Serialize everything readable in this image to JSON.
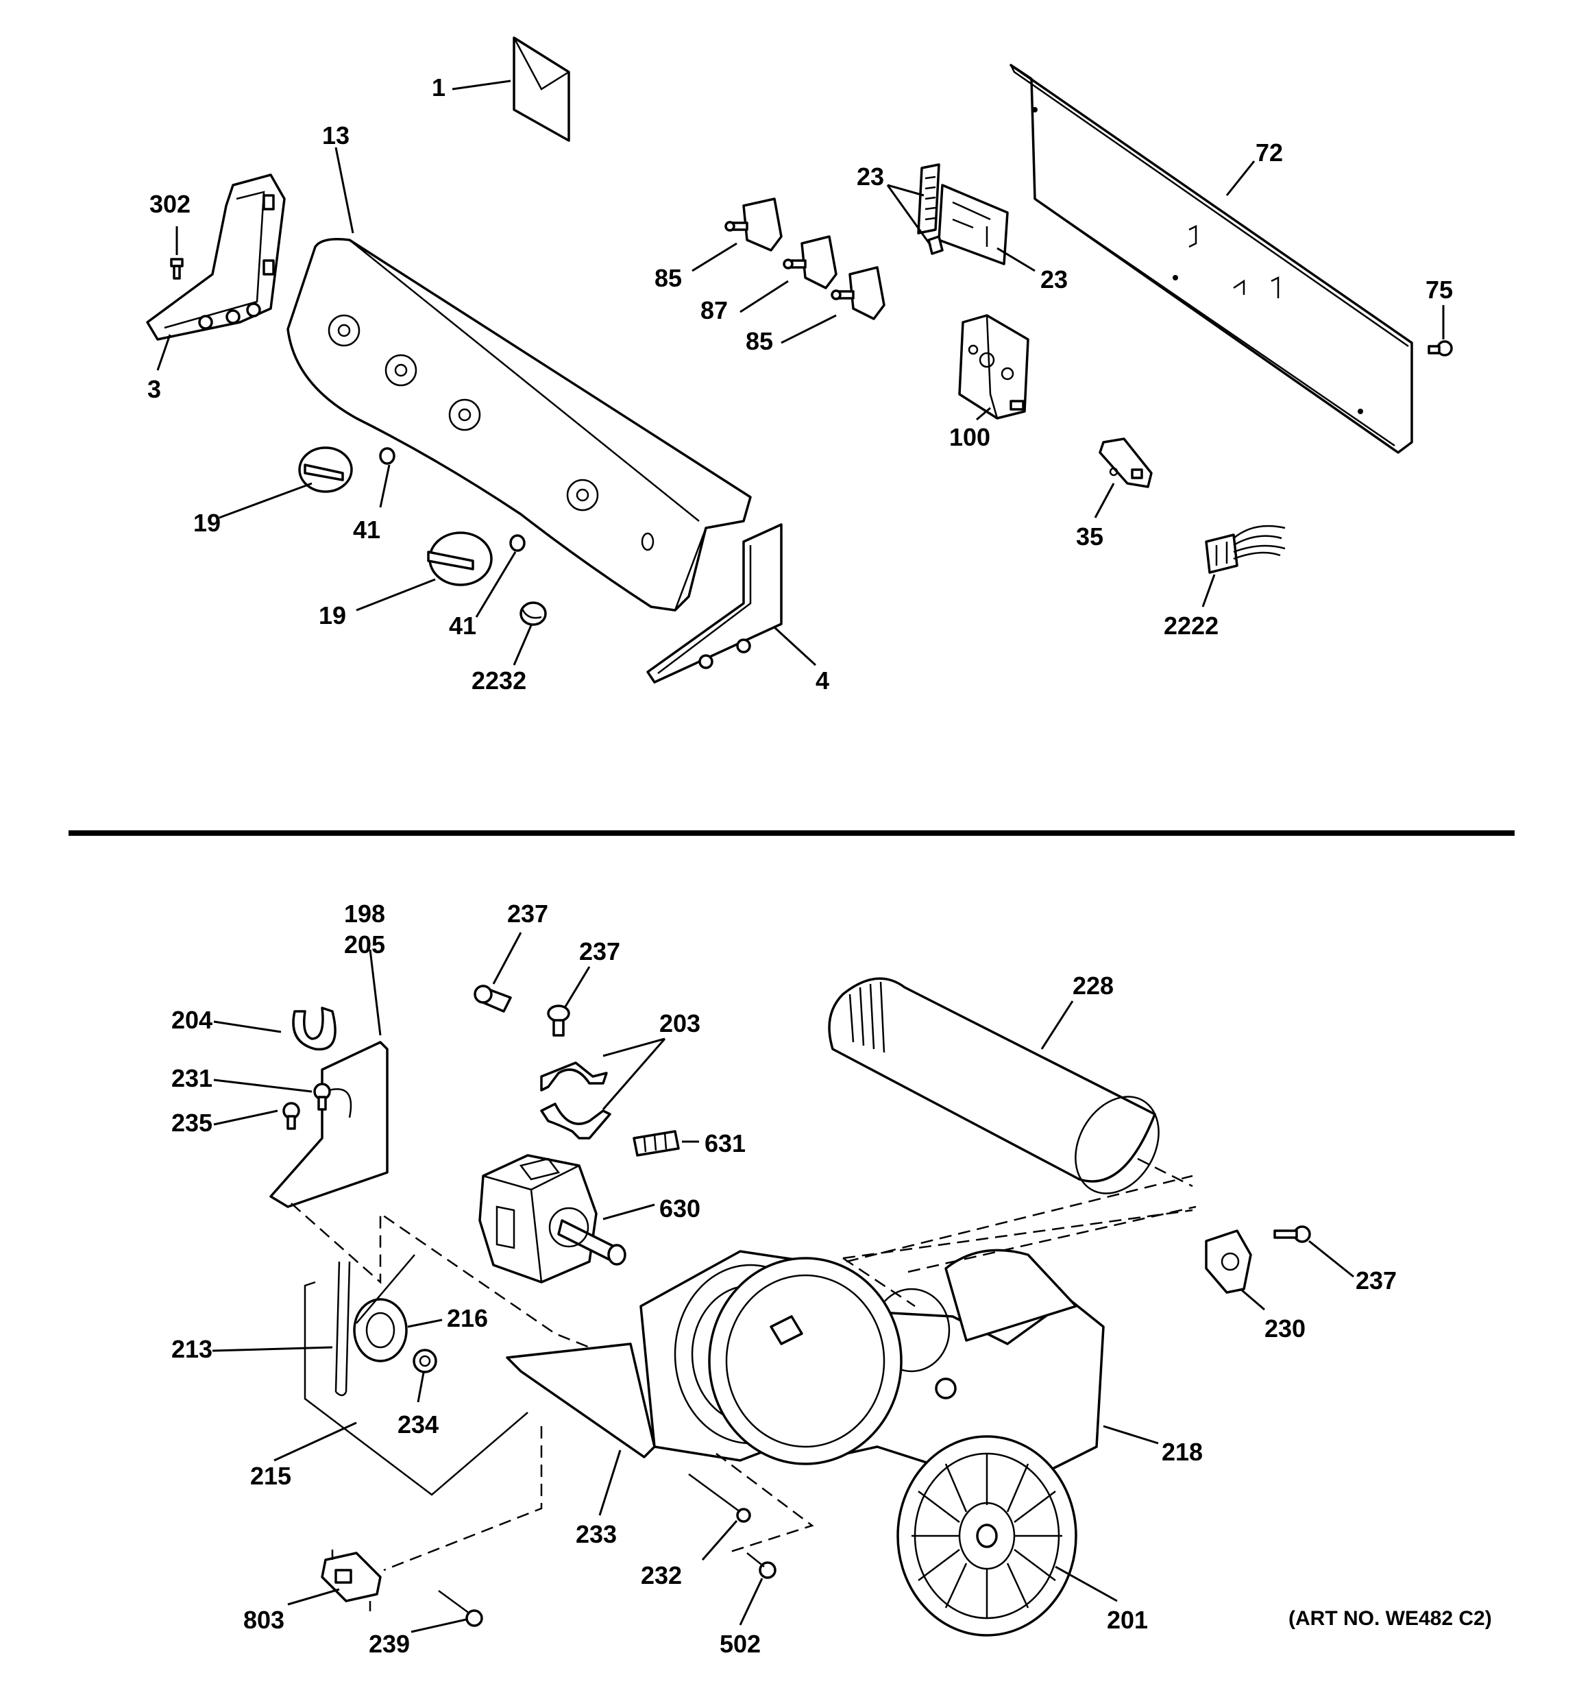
{
  "art_number": "(ART NO. WE482 C2)",
  "callouts": {
    "c1": "1",
    "c13": "13",
    "c302": "302",
    "c3": "3",
    "c19a": "19",
    "c41a": "41",
    "c19b": "19",
    "c41b": "41",
    "c2232": "2232",
    "c4": "4",
    "c85a": "85",
    "c87": "87",
    "c85b": "85",
    "c23a": "23",
    "c23b": "23",
    "c100": "100",
    "c72": "72",
    "c75": "75",
    "c35": "35",
    "c2222": "2222",
    "c198": "198",
    "c205": "205",
    "c204": "204",
    "c231": "231",
    "c235": "235",
    "c237a": "237",
    "c237b": "237",
    "c203": "203",
    "c631": "631",
    "c630": "630",
    "c228": "228",
    "c237c": "237",
    "c230": "230",
    "c216": "216",
    "c213": "213",
    "c234": "234",
    "c215": "215",
    "c233": "233",
    "c232": "232",
    "c218": "218",
    "c201": "201",
    "c803": "803",
    "c239": "239",
    "c502": "502"
  }
}
